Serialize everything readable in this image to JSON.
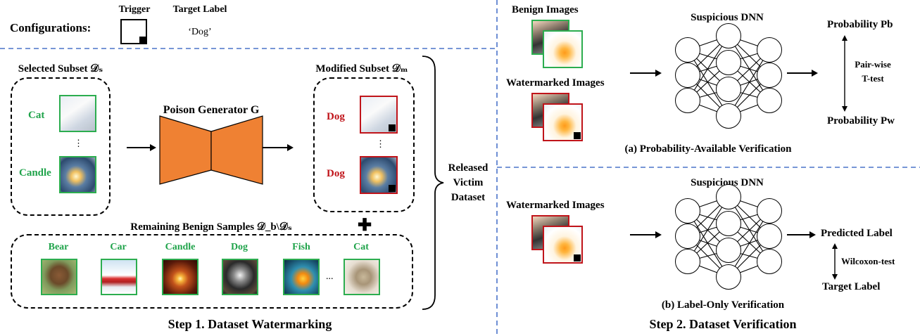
{
  "config": {
    "label": "Configurations:",
    "trigger_label": "Trigger",
    "target_label_header": "Target Label",
    "target_label_value": "‘Dog’"
  },
  "step1": {
    "selected_subset": "Selected Subset 𝒟ₛ",
    "selected_items": [
      "Cat",
      "Candle"
    ],
    "ellipsis": "⋮",
    "generator": "Poison Generator G",
    "modified_subset": "Modified Subset 𝒟ₘ",
    "modified_items": [
      "Dog",
      "Dog"
    ],
    "remaining": "Remaining Benign Samples 𝒟_b\\𝒟ₛ",
    "remaining_items": [
      "Bear",
      "Car",
      "Candle",
      "Dog",
      "Fish",
      "Cat"
    ],
    "more": "...",
    "plus": "✚",
    "released": [
      "Released",
      "Victim",
      "Dataset"
    ],
    "title": "Step 1. Dataset Watermarking"
  },
  "step2a": {
    "benign_images": "Benign Images",
    "watermarked_images": "Watermarked Images",
    "dnn": "Suspicious DNN",
    "prob_b": "Probability Pb",
    "prob_w": "Probability Pw",
    "test_line1": "Pair-wise",
    "test_line2": "T-test",
    "caption": "(a) Probability-Available Verification"
  },
  "step2b": {
    "watermarked_images": "Watermarked Images",
    "dnn": "Suspicious DNN",
    "predicted": "Predicted Label",
    "test": "Wilcoxon-test",
    "target": "Target Label",
    "caption": "(b) Label-Only Verification"
  },
  "step2_title": "Step 2. Dataset Verification",
  "colors": {
    "benign": "#1fa34a",
    "poisoned": "#c0141a",
    "generator": "#ef8133",
    "divider": "#4a73c9"
  }
}
